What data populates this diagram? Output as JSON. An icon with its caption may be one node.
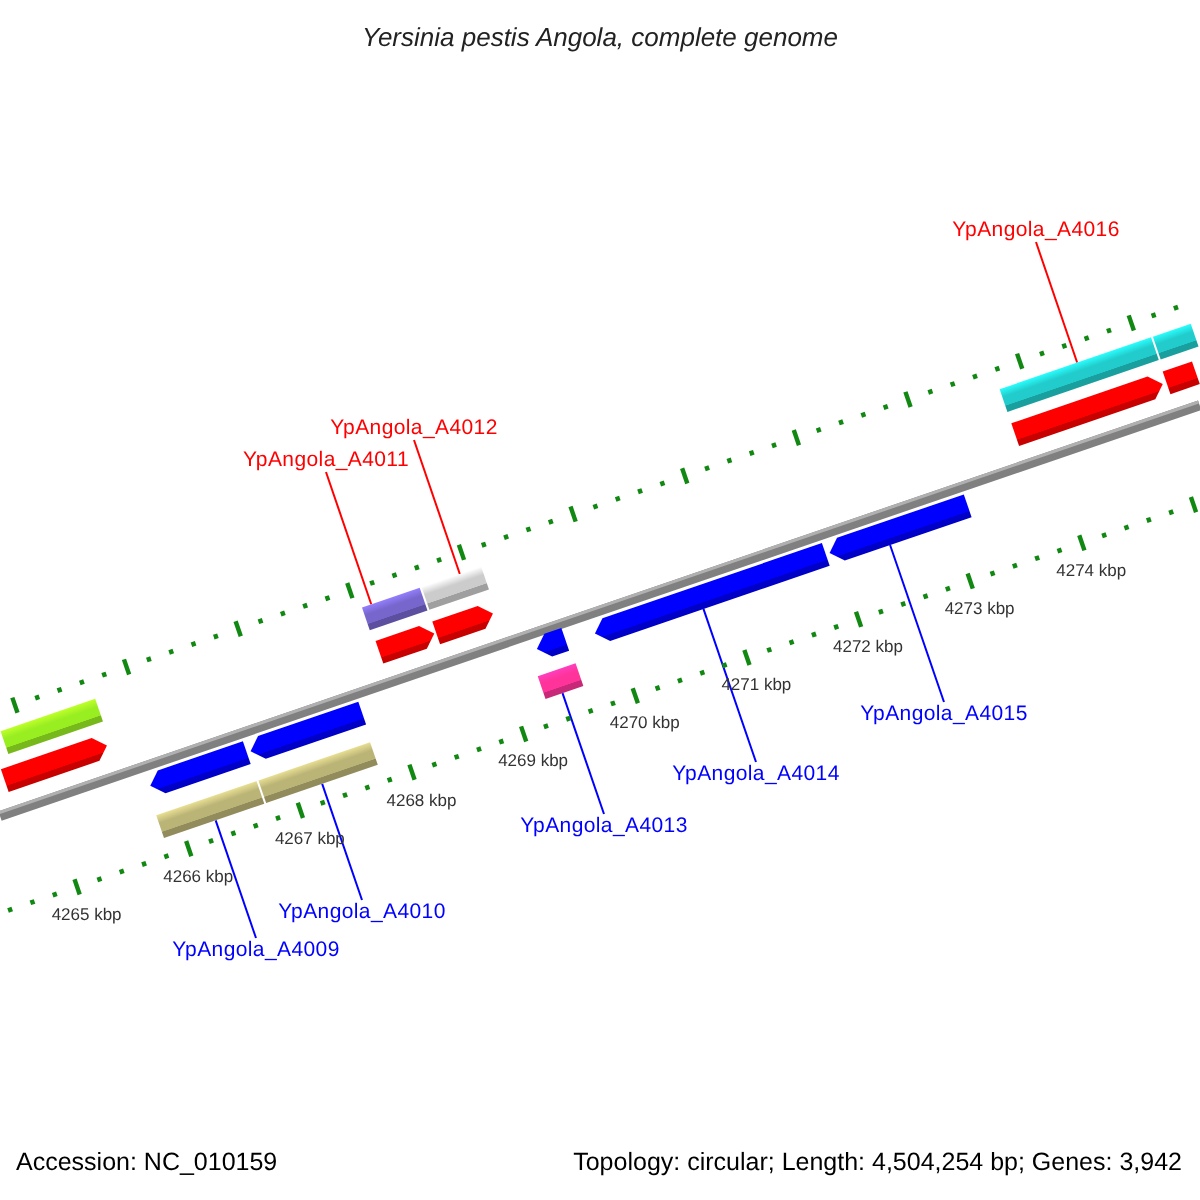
{
  "diagram": {
    "title": "Yersinia pestis Angola, complete genome",
    "nodes": [
      {
        "text": [
          "YpAngola_A4016"
        ]
      },
      {
        "text": [
          "YpAngola_A4012"
        ]
      },
      {
        "text": [
          "YpAngola_A4011"
        ]
      },
      {
        "text": [
          "YpAngola_A4015"
        ]
      },
      {
        "text": [
          "YpAngola_A4014"
        ]
      },
      {
        "text": [
          "YpAngola_A4013"
        ]
      },
      {
        "text": [
          "YpAngola_A4010"
        ]
      },
      {
        "text": [
          "YpAngola_A4009"
        ]
      },
      {
        "text": [],
        "shape": "bar"
      },
      {
        "text": [],
        "shape": "arrow"
      },
      {
        "text": [],
        "shape": "arrow"
      },
      {
        "text": [],
        "shape": "bar"
      },
      {
        "text": [],
        "shape": "arrow"
      },
      {
        "text": [],
        "shape": "bar"
      },
      {
        "text": [],
        "shape": "bar"
      },
      {
        "text": [],
        "shape": "arrow"
      },
      {
        "text": [],
        "shape": "bar"
      },
      {
        "text": [],
        "shape": "arrow"
      },
      {
        "text": [],
        "shape": "arrow"
      },
      {
        "text": [],
        "shape": "bar"
      },
      {
        "text": [],
        "shape": "arrow"
      },
      {
        "text": [],
        "shape": "arrow"
      },
      {
        "text": [],
        "shape": "bar"
      },
      {
        "text": [],
        "shape": "arrow"
      },
      {
        "text": [],
        "shape": "bar"
      },
      {
        "text": [],
        "shape": "bar"
      }
    ],
    "edges": [
      {
        "from": 0,
        "to": 22,
        "arrow": "none",
        "color": "#ff0000"
      },
      {
        "from": 1,
        "to": 16,
        "arrow": "none",
        "color": "#ff0000"
      },
      {
        "from": 2,
        "to": 14,
        "arrow": "none",
        "color": "#ff0000"
      },
      {
        "from": 3,
        "to": 21,
        "arrow": "none"
      },
      {
        "from": 4,
        "to": 20,
        "arrow": "none"
      },
      {
        "from": 5,
        "to": 19,
        "arrow": "none"
      },
      {
        "from": 6,
        "to": 13,
        "arrow": "none"
      },
      {
        "from": 7,
        "to": 11,
        "arrow": "none"
      }
    ],
    "labels": [
      "4265 kbp",
      "4266 kbp",
      "4267 kbp",
      "4268 kbp",
      "4269 kbp",
      "4270 kbp",
      "4271 kbp",
      "4272 kbp",
      "4273 kbp",
      "4274 kbp",
      "Accession: NC_010159",
      "Topology: circular; Length: 4,504,254 bp; Genes: 3,942"
    ]
  }
}
